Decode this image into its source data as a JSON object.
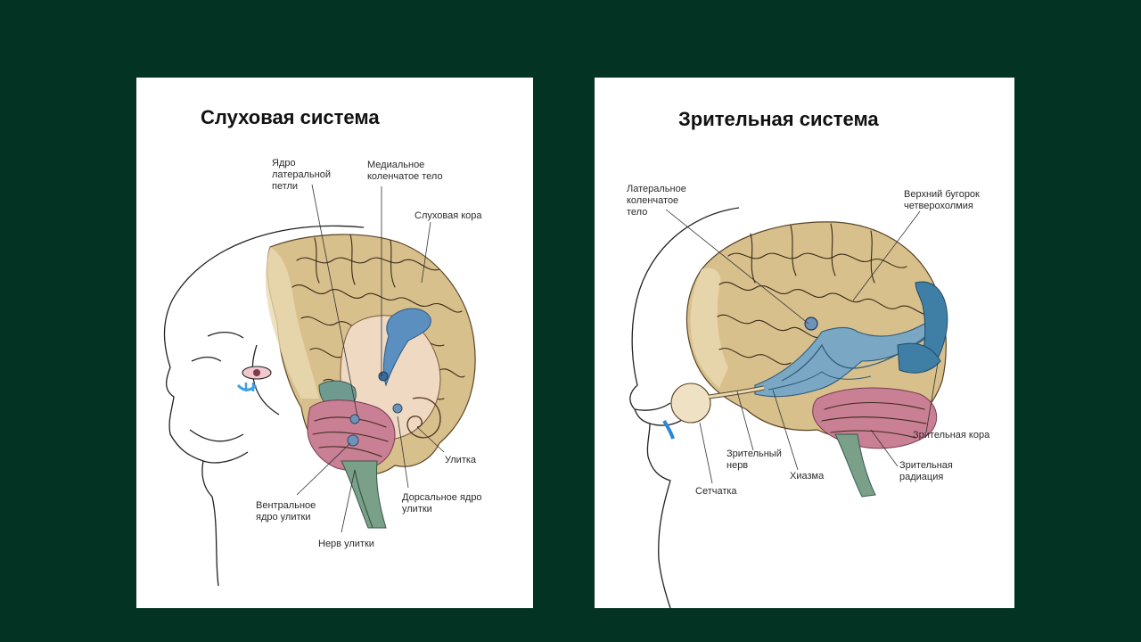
{
  "slide": {
    "background": "#033322",
    "left_panel": {
      "title": "Слуховая система",
      "labels": {
        "lateral_lemniscus": [
          "Ядро",
          "латеральной",
          "петли"
        ],
        "medial_geniculate": [
          "Медиальное",
          "коленчатое тело"
        ],
        "auditory_cortex": [
          "Слуховая кора"
        ],
        "cochlea": [
          "Улитка"
        ],
        "dorsal_nucleus": [
          "Дорсальное ядро",
          "улитки"
        ],
        "ventral_nucleus": [
          "Вентральное",
          "ядро улитки"
        ],
        "cochlear_nerve": [
          "Нерв улитки"
        ]
      }
    },
    "right_panel": {
      "title": "Зрительная система",
      "labels": {
        "lateral_geniculate": [
          "Латеральное",
          "коленчатое",
          "тело"
        ],
        "superior_colliculus": [
          "Верхний бугорок",
          "четверохолмия"
        ],
        "visual_cortex": [
          "Зрительная кора"
        ],
        "visual_radiation": [
          "Зрительная",
          "радиация"
        ],
        "chiasm": [
          "Хиазма"
        ],
        "optic_nerve": [
          "Зрительный",
          "нерв"
        ],
        "retina": [
          "Сетчатка"
        ]
      }
    },
    "colors": {
      "brain": "#d8c08c",
      "brain_dark": "#b89a62",
      "auditory_blue": "#5a8fc0",
      "visual_blue": "#3f7fa6",
      "cerebellum": "#c97f94",
      "brainstem": "#7aa08a"
    }
  }
}
